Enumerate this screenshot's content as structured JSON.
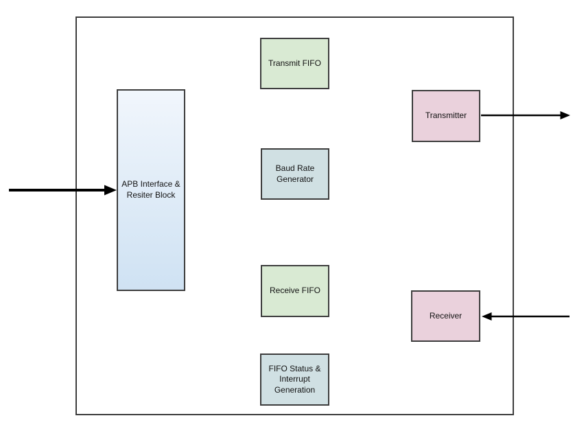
{
  "diagram": {
    "blocks": {
      "apb_interface": {
        "label": "APB Interface & Resiter Block",
        "fill_top": "#f1f6fc",
        "fill_bottom": "#cfe2f3"
      },
      "transmit_fifo": {
        "label": "Transmit FIFO",
        "fill": "#d9ead3"
      },
      "baud_rate_generator": {
        "label": "Baud Rate Generator",
        "fill": "#d0e0e3"
      },
      "receive_fifo": {
        "label": "Receive FIFO",
        "fill": "#d9ead3"
      },
      "fifo_status": {
        "label": "FIFO Status & Interrupt Generation",
        "fill": "#d0e0e3"
      },
      "transmitter": {
        "label": "Transmitter",
        "fill": "#ead1dc"
      },
      "receiver": {
        "label": "Receiver",
        "fill": "#ead1dc"
      }
    },
    "arrows": [
      {
        "name": "apb-input-arrow",
        "from": "external-left",
        "to": "APB Interface & Resiter Block",
        "direction": "right"
      },
      {
        "name": "transmitter-output-arrow",
        "from": "Transmitter",
        "to": "external-right",
        "direction": "right"
      },
      {
        "name": "receiver-input-arrow",
        "from": "external-right",
        "to": "Receiver",
        "direction": "left"
      }
    ],
    "colors": {
      "block_border": "#3c3c3c",
      "arrow": "#000000",
      "background": "#ffffff"
    }
  }
}
